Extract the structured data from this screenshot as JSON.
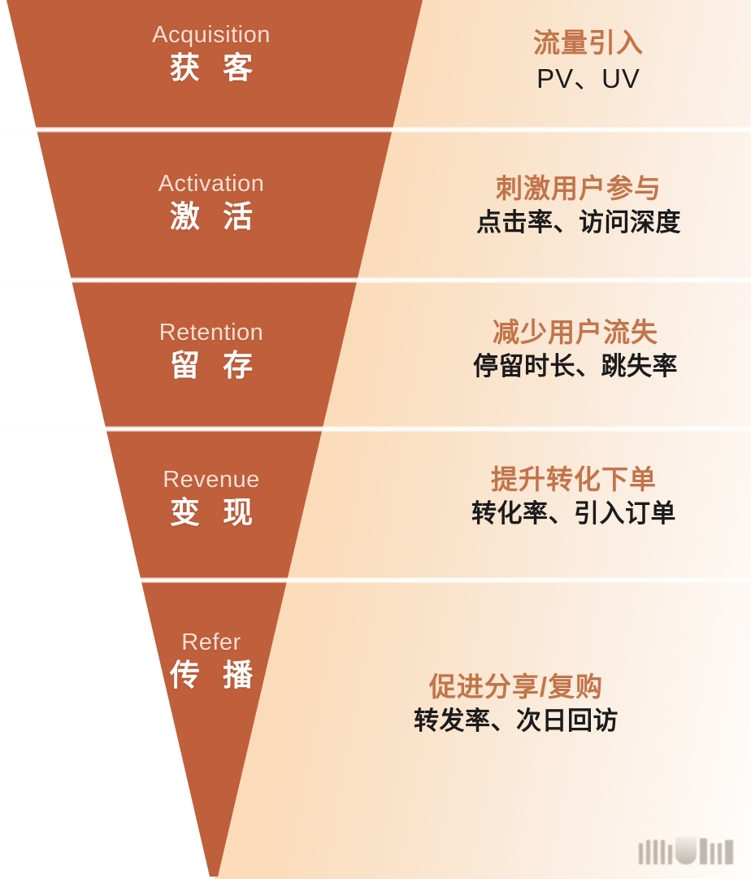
{
  "diagram": {
    "type": "funnel",
    "model": "AARRR",
    "stage_count": 5,
    "colors": {
      "funnel_body": "#c05f3c",
      "panel_start": "#fbd2a7",
      "panel_end": "#fffdfb",
      "english_label": "#fbdfd2",
      "chinese_label": "#ffffff",
      "goal_text": "#c2744a",
      "metric_text": "#1b1b1b",
      "divider": "#ffffff"
    },
    "stages": [
      {
        "english": "Acquisition",
        "chinese": "获 客",
        "goal": "流量引入",
        "metrics": "PV、UV",
        "metrics_style": "thin"
      },
      {
        "english": "Activation",
        "chinese": "激 活",
        "goal": "刺激用户参与",
        "metrics": "点击率、访问深度",
        "metrics_style": "bold"
      },
      {
        "english": "Retention",
        "chinese": "留 存",
        "goal": "减少用户流失",
        "metrics": "停留时长、跳失率",
        "metrics_style": "bold"
      },
      {
        "english": "Revenue",
        "chinese": "变 现",
        "goal": "提升转化下单",
        "metrics": "转化率、引入订单",
        "metrics_style": "bold"
      },
      {
        "english": "Refer",
        "chinese": "传 播",
        "goal": "促进分享/复购",
        "metrics": "转发率、次日回访",
        "metrics_style": "bold"
      }
    ]
  },
  "watermark": {
    "label": ""
  }
}
